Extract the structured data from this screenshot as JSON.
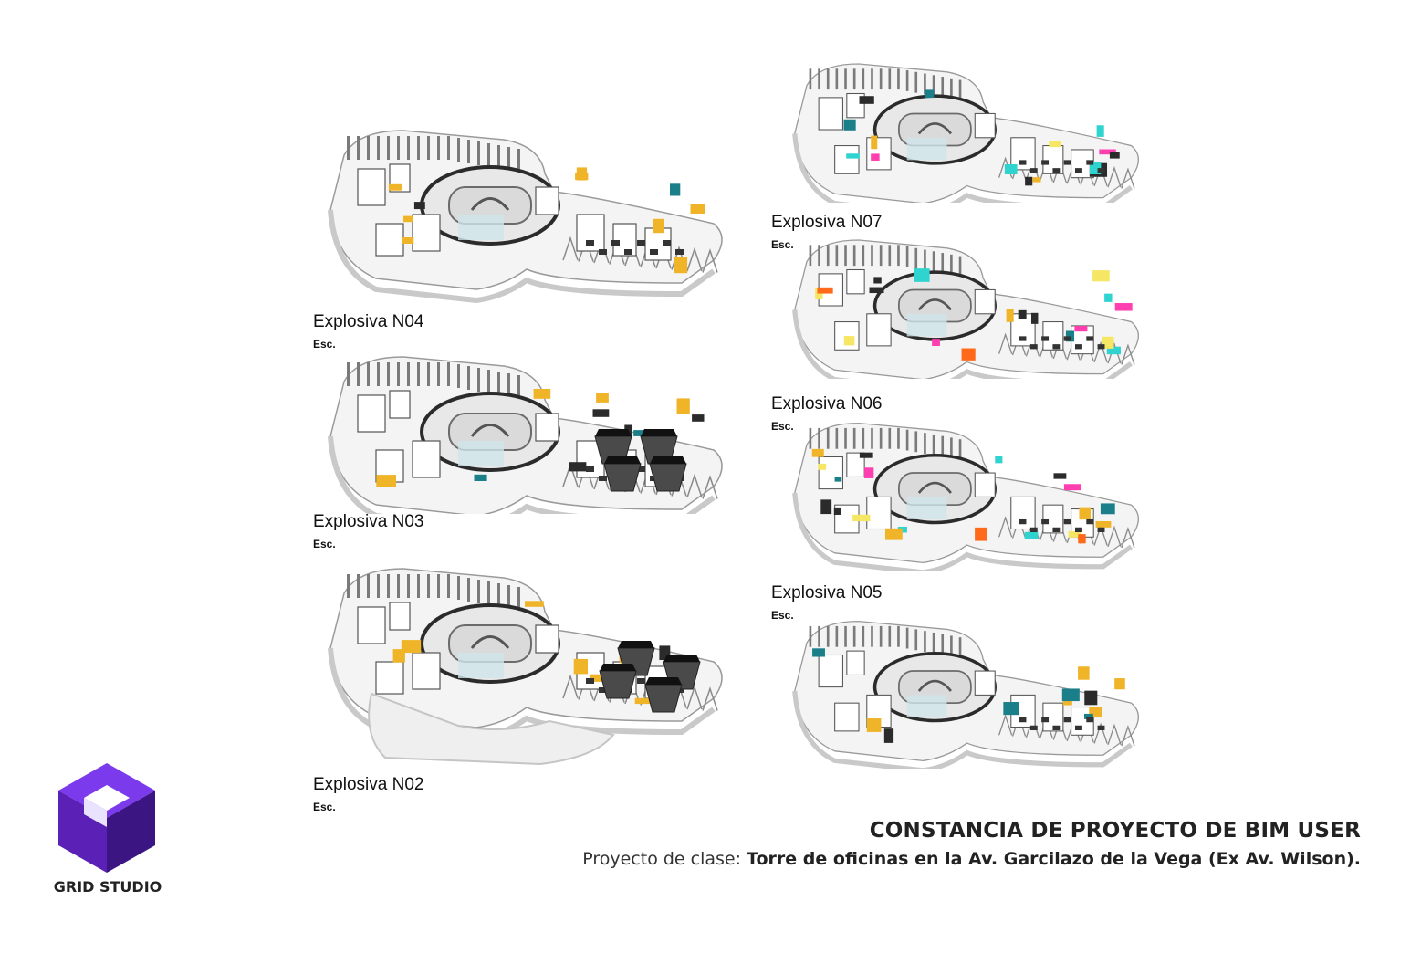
{
  "views": [
    {
      "id": "n04",
      "name": "Explosiva N04",
      "scale": "Esc.",
      "blocks": false,
      "podium": false
    },
    {
      "id": "n03",
      "name": "Explosiva N03",
      "scale": "Esc.",
      "blocks": true,
      "podium": false
    },
    {
      "id": "n02",
      "name": "Explosiva N02",
      "scale": "Esc.",
      "blocks": true,
      "podium": true
    },
    {
      "id": "n07",
      "name": "Explosiva N07",
      "scale": "Esc.",
      "blocks": false,
      "podium": false
    },
    {
      "id": "n06",
      "name": "Explosiva N06",
      "scale": "Esc.",
      "blocks": false,
      "podium": false
    },
    {
      "id": "n05",
      "name": "Explosiva N05",
      "scale": "Esc.",
      "blocks": false,
      "podium": false
    },
    {
      "id": "n_extra",
      "name": "",
      "scale": "",
      "blocks": false,
      "podium": false
    }
  ],
  "footer": {
    "title": "CONSTANCIA DE PROYECTO DE BIM USER",
    "subtitle_prefix": "Proyecto de clase: ",
    "subtitle_bold": "Torre de oficinas en la Av. Garcilazo de la Vega (Ex Av. Wilson)."
  },
  "logo": {
    "text": "GRID STUDIO",
    "colors": {
      "top": "#7c3aed",
      "left": "#5b21b6",
      "right": "#3b1582"
    }
  },
  "palette": {
    "accent_colors": [
      "#f5e663",
      "#2fd3d0",
      "#ff3fb0",
      "#ff6a1a",
      "#1b7f8a",
      "#2b2b2b",
      "#f0b429"
    ]
  }
}
